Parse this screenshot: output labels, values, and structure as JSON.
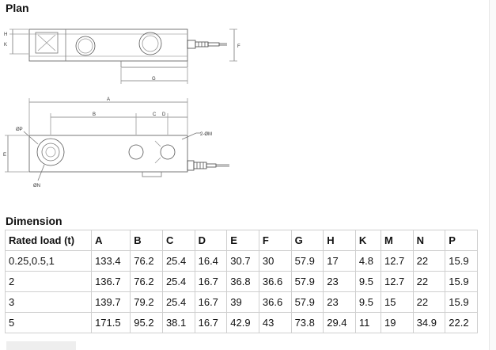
{
  "plan": {
    "title": "Plan",
    "labels": {
      "h": "H",
      "k": "K",
      "f": "F",
      "g": "G",
      "a": "A",
      "b": "B",
      "c": "C",
      "d": "D",
      "p": "ØP",
      "m": "2-ØM",
      "e": "E",
      "n": "ØN"
    }
  },
  "dimension": {
    "title": "Dimension",
    "headers": [
      "Rated load (t)",
      "A",
      "B",
      "C",
      "D",
      "E",
      "F",
      "G",
      "H",
      "K",
      "M",
      "N",
      "P"
    ],
    "rows": [
      [
        "0.25,0.5,1",
        "133.4",
        "76.2",
        "25.4",
        "16.4",
        "30.7",
        "30",
        "57.9",
        "17",
        "4.8",
        "12.7",
        "22",
        "15.9"
      ],
      [
        "2",
        "136.7",
        "76.2",
        "25.4",
        "16.7",
        "36.8",
        "36.6",
        "57.9",
        "23",
        "9.5",
        "12.7",
        "22",
        "15.9"
      ],
      [
        "3",
        "139.7",
        "79.2",
        "25.4",
        "16.7",
        "39",
        "36.6",
        "57.9",
        "23",
        "9.5",
        "15",
        "22",
        "15.9"
      ],
      [
        "5",
        "171.5",
        "95.2",
        "38.1",
        "16.7",
        "42.9",
        "43",
        "73.8",
        "29.4",
        "11",
        "19",
        "34.9",
        "22.2"
      ]
    ]
  }
}
